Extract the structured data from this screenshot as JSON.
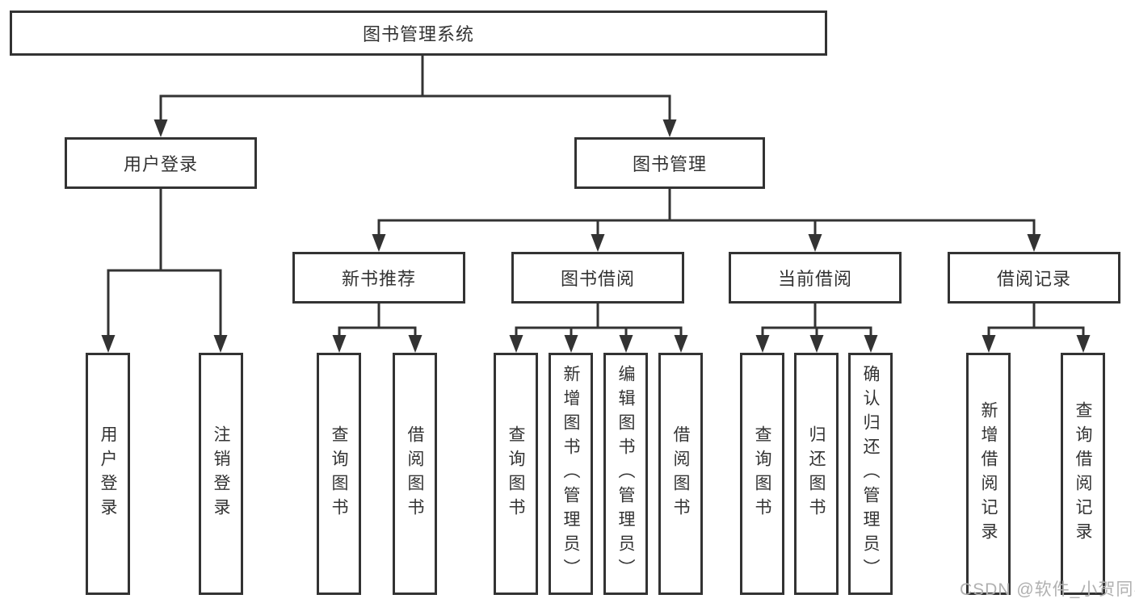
{
  "colors": {
    "line": "#333333",
    "box_border": "#333333",
    "text": "#333333",
    "background": "#ffffff",
    "watermark": "#b0b0b0"
  },
  "root": {
    "label": "图书管理系统"
  },
  "branches": [
    {
      "label": "用户登录"
    },
    {
      "label": "图书管理"
    }
  ],
  "modules": [
    {
      "parent": "图书管理",
      "label": "新书推荐"
    },
    {
      "parent": "图书管理",
      "label": "图书借阅"
    },
    {
      "parent": "图书管理",
      "label": "当前借阅"
    },
    {
      "parent": "图书管理",
      "label": "借阅记录"
    }
  ],
  "leaves": [
    {
      "parent": "用户登录",
      "label": "用户登录"
    },
    {
      "parent": "用户登录",
      "label": "注销登录"
    },
    {
      "parent": "新书推荐",
      "label": "查询图书"
    },
    {
      "parent": "新书推荐",
      "label": "借阅图书"
    },
    {
      "parent": "图书借阅",
      "label": "查询图书"
    },
    {
      "parent": "图书借阅",
      "label": "新增图书（管理员）"
    },
    {
      "parent": "图书借阅",
      "label": "编辑图书（管理员）"
    },
    {
      "parent": "图书借阅",
      "label": "借阅图书"
    },
    {
      "parent": "当前借阅",
      "label": "查询图书"
    },
    {
      "parent": "当前借阅",
      "label": "归还图书"
    },
    {
      "parent": "当前借阅",
      "label": "确认归还（管理员）"
    },
    {
      "parent": "借阅记录",
      "label": "新增借阅记录"
    },
    {
      "parent": "借阅记录",
      "label": "查询借阅记录"
    }
  ],
  "watermark": "CSDN @软件_小贺同学"
}
